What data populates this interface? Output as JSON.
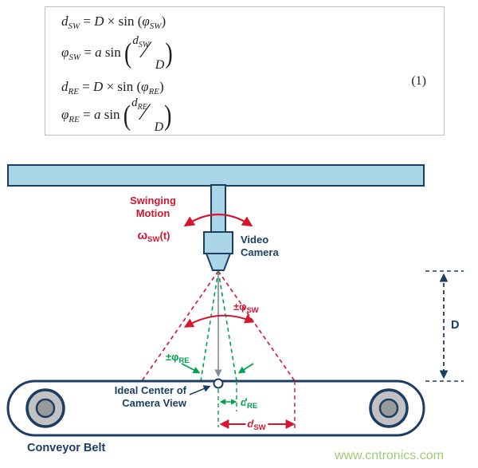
{
  "colors": {
    "light_blue": "#a9d5e6",
    "navy": "#1b3e63",
    "red": "#d6152e",
    "green": "#00a14e",
    "gray_arrow": "#7f8c99",
    "roller_gray": "#c2c2c2",
    "roller_inner_gray": "#999999",
    "watermark_green": "#9fcb77",
    "eq_border": "#bcbfc2"
  },
  "equations": {
    "number": "(1)",
    "e1": {
      "lv": "d",
      "ls": "SW",
      "eq": " = ",
      "rv": "D",
      "mul": " × sin (",
      "av": "φ",
      "avs": "SW",
      "cp": ")"
    },
    "e2": {
      "lv": "φ",
      "ls": "SW",
      "eq": " = ",
      "ai": "a",
      "fn": " sin ",
      "op": "(",
      "nv": "d",
      "ns": "SW",
      "sl": "∕",
      "dv": "D",
      "cp": ")"
    },
    "e3": {
      "lv": "d",
      "ls": "RE",
      "eq": " = ",
      "rv": "D",
      "mul": " × sin (",
      "av": "φ",
      "avs": "RE",
      "cp": ")"
    },
    "e4": {
      "lv": "φ",
      "ls": "RE",
      "eq": " = ",
      "ai": "a",
      "fn": " sin ",
      "op": "(",
      "nv": "d",
      "ns": "RE",
      "sl": "∕",
      "dv": "D",
      "cp": ")"
    }
  },
  "diagram": {
    "swinging_motion_line1": "Swinging",
    "swinging_motion_line2": "Motion",
    "omega_sym": "ω",
    "omega_sub": "SW",
    "omega_paren": "(t)",
    "video_camera_line1": "Video",
    "video_camera_line2": "Camera",
    "phi_sw_pm": "±φ",
    "phi_sw_sub": "SW",
    "phi_re_pm": "±φ",
    "phi_re_sub": "RE",
    "ideal_center_line1": "Ideal Center of",
    "ideal_center_line2": "Camera View",
    "d_re_sym": "d",
    "d_re_sub": "RE",
    "d_sw_sym": "d",
    "d_sw_sub": "SW",
    "dim_label": "D",
    "conveyor_belt": "Conveyor Belt",
    "watermark": "www.cntronics.com"
  }
}
